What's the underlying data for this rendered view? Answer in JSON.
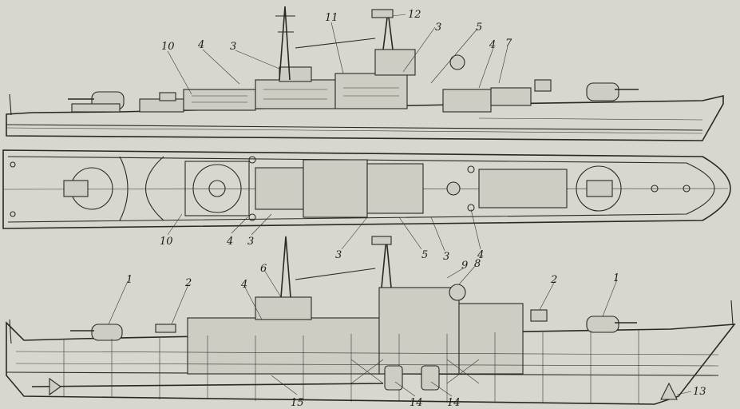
{
  "callouts": {
    "side_top": [
      {
        "text": "10"
      },
      {
        "text": "4"
      },
      {
        "text": "3"
      },
      {
        "text": "11"
      },
      {
        "text": "12"
      },
      {
        "text": "3"
      },
      {
        "text": "5"
      },
      {
        "text": "4"
      },
      {
        "text": "7"
      }
    ],
    "plan": [
      {
        "text": "10"
      },
      {
        "text": "4"
      },
      {
        "text": "3"
      },
      {
        "text": "3"
      },
      {
        "text": "5"
      },
      {
        "text": "3"
      },
      {
        "text": "4"
      }
    ],
    "section": [
      {
        "text": "1"
      },
      {
        "text": "2"
      },
      {
        "text": "4"
      },
      {
        "text": "6"
      },
      {
        "text": "9"
      },
      {
        "text": "8"
      },
      {
        "text": "2"
      },
      {
        "text": "1"
      },
      {
        "text": "15"
      },
      {
        "text": "14"
      },
      {
        "text": "14"
      },
      {
        "text": "13"
      }
    ]
  },
  "colors": {
    "paper": "#d9d6cf",
    "ink": "#2a2825"
  }
}
